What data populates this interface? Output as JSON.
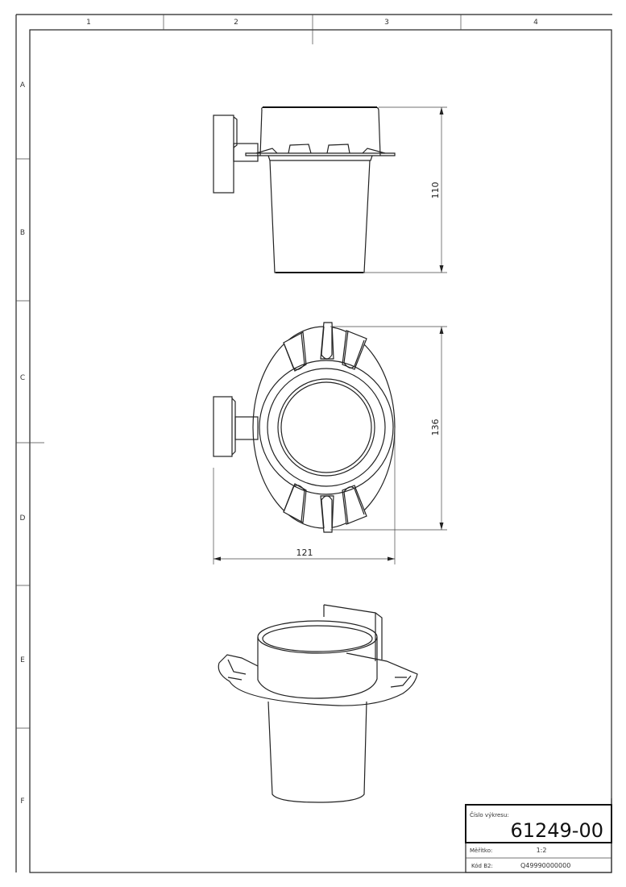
{
  "frame": {
    "columns": [
      "1",
      "2",
      "3",
      "4"
    ],
    "rows": [
      "A",
      "B",
      "C",
      "D",
      "E",
      "F"
    ]
  },
  "dimensions": {
    "height": "110",
    "depth": "136",
    "width": "121"
  },
  "title_block": {
    "drawing_number_label": "Číslo výkresu:",
    "drawing_number": "61249-00",
    "scale_label": "Měřítko:",
    "scale": "1:2",
    "code_label": "Kód B2:",
    "code": "Q49990000000"
  }
}
